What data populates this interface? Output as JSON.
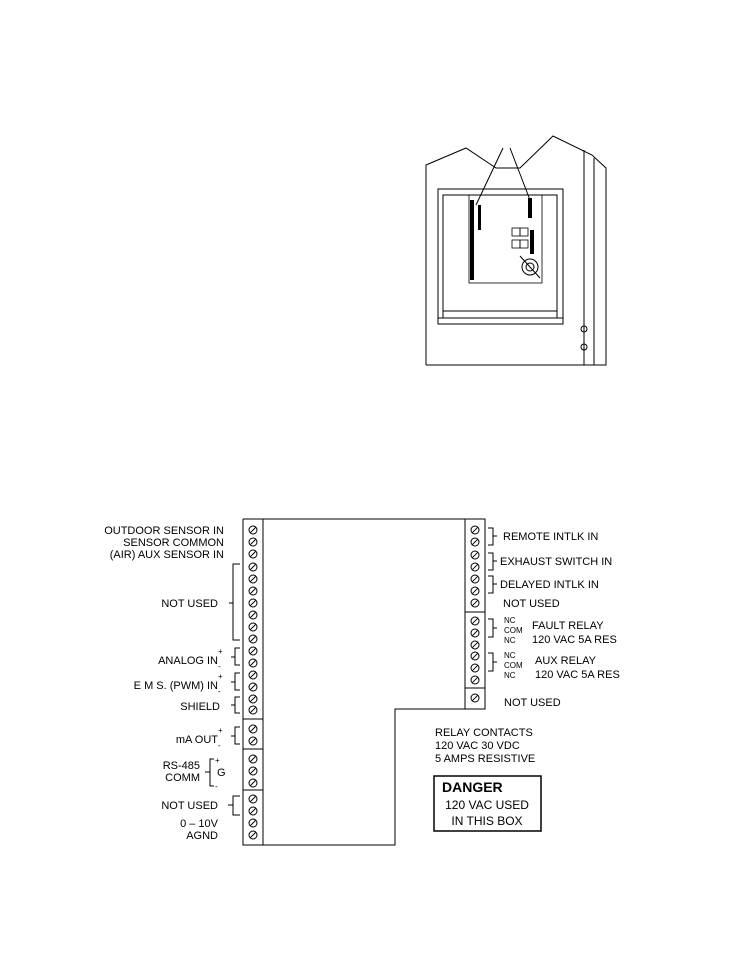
{
  "left_labels": {
    "outdoor_sensor": "OUTDOOR SENSOR IN",
    "sensor_common": "SENSOR COMMON",
    "aux_sensor": "(AIR) AUX SENSOR IN",
    "not_used_1": "NOT USED",
    "analog_in": "ANALOG IN",
    "ems_in": "E M S. (PWM) IN",
    "shield": "SHIELD",
    "ma_out": "mA OUT",
    "rs485": "RS-485",
    "comm": "COMM",
    "g": "G",
    "not_used_2": "NOT USED",
    "v010": "0 – 10V",
    "agnd": "AGND",
    "plus": "+",
    "minus": "-"
  },
  "right_labels": {
    "remote_intlk": "REMOTE INTLK IN",
    "exhaust_switch": "EXHAUST SWITCH IN",
    "delayed_intlk": "DELAYED INTLK IN",
    "not_used_a": "NOT USED",
    "nc": "NC",
    "com": "COM",
    "fault_relay": "FAULT RELAY",
    "fault_rating": "120 VAC 5A RES",
    "aux_relay": "AUX RELAY",
    "aux_rating": "120 VAC 5A RES",
    "not_used_b": "NOT USED"
  },
  "relay_info": {
    "line1": "RELAY CONTACTS",
    "line2": "120 VAC 30 VDC",
    "line3": "5 AMPS RESISTIVE"
  },
  "danger": {
    "title": "DANGER",
    "line1": "120 VAC USED",
    "line2": "IN THIS BOX"
  }
}
